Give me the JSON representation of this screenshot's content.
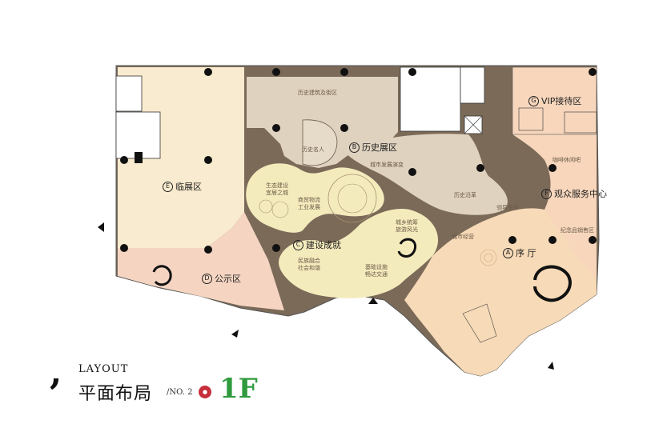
{
  "zones": {
    "a": {
      "letter": "A",
      "name": "序 厅"
    },
    "b": {
      "letter": "B",
      "name": "历史展区"
    },
    "c": {
      "letter": "C",
      "name": "建设成就"
    },
    "d": {
      "letter": "D",
      "name": "公示区"
    },
    "e": {
      "letter": "E",
      "name": "临展区"
    },
    "f": {
      "letter": "F",
      "name": "观众服务中心"
    },
    "g": {
      "letter": "G",
      "name": "VIP接待区"
    }
  },
  "sub_areas": {
    "hist_building": "历史建筑及街区",
    "hist_figures": "历史名人",
    "city_dev": "城市发展演变",
    "hist_evolution": "历史沿革",
    "eco_build_1": "生态建设",
    "eco_build_2": "宜居之城",
    "commerce_1": "商贸物流",
    "commerce_2": "工业发展",
    "ethnic_1": "民族融合",
    "ethnic_2": "社会和谐",
    "infra_1": "基础设施",
    "infra_2": "畅达交通",
    "rural_1": "城乡统筹",
    "rural_2": "旅游风光",
    "guide": "领导关怀",
    "city_mgmt": "城市经营",
    "cafe": "咖啡休闲吧",
    "souvenir": "纪念品销售区"
  },
  "title": {
    "layout": "LAYOUT",
    "cn": "平面布局",
    "no": "/NO. 2",
    "floor": "1F"
  },
  "colors": {
    "temp_exhibit": "#f9ebcf",
    "public": "#f5d5c2",
    "history": "#dfd2bf",
    "construction": "#f4ebbd",
    "lobby": "#f7dab7",
    "service": "#f7d6bc",
    "corridor": "#7b6a58",
    "service_core": "#ffffff",
    "green_title": "#2f9b3d"
  }
}
